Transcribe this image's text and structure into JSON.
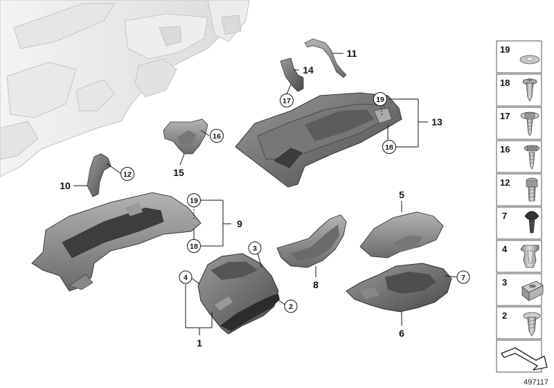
{
  "diagram": {
    "diagram_number": "497117",
    "callouts": [
      {
        "id": "c1",
        "label": "1",
        "circled": false
      },
      {
        "id": "c2",
        "label": "2",
        "circled": true
      },
      {
        "id": "c3",
        "label": "3",
        "circled": true
      },
      {
        "id": "c4",
        "label": "4",
        "circled": true
      },
      {
        "id": "c5",
        "label": "5",
        "circled": false
      },
      {
        "id": "c6",
        "label": "6",
        "circled": false
      },
      {
        "id": "c7",
        "label": "7",
        "circled": true
      },
      {
        "id": "c8",
        "label": "8",
        "circled": false
      },
      {
        "id": "c9",
        "label": "9",
        "circled": false
      },
      {
        "id": "c10",
        "label": "10",
        "circled": false
      },
      {
        "id": "c11",
        "label": "11",
        "circled": false
      },
      {
        "id": "c12",
        "label": "12",
        "circled": true
      },
      {
        "id": "c13",
        "label": "13",
        "circled": false
      },
      {
        "id": "c14",
        "label": "14",
        "circled": false
      },
      {
        "id": "c15",
        "label": "15",
        "circled": false
      },
      {
        "id": "c16",
        "label": "16",
        "circled": true
      },
      {
        "id": "c17",
        "label": "17",
        "circled": true
      },
      {
        "id": "c18a",
        "label": "18",
        "circled": true
      },
      {
        "id": "c19a",
        "label": "19",
        "circled": true
      },
      {
        "id": "c18b",
        "label": "18",
        "circled": true
      },
      {
        "id": "c19b",
        "label": "19",
        "circled": true
      }
    ],
    "parts_column": [
      {
        "label": "19",
        "icon": "washer-icon"
      },
      {
        "label": "18",
        "icon": "expanding-rivet-icon"
      },
      {
        "label": "17",
        "icon": "flange-screw-icon"
      },
      {
        "label": "16",
        "icon": "collar-screw-icon"
      },
      {
        "label": "12",
        "icon": "hex-screw-icon"
      },
      {
        "label": "7",
        "icon": "grommet-plug-icon"
      },
      {
        "label": "4",
        "icon": "spring-clip-icon"
      },
      {
        "label": "3",
        "icon": "clip-nut-icon"
      },
      {
        "label": "2",
        "icon": "tapping-screw-icon"
      },
      {
        "label": "",
        "icon": "assembly-arrow-icon"
      }
    ]
  }
}
